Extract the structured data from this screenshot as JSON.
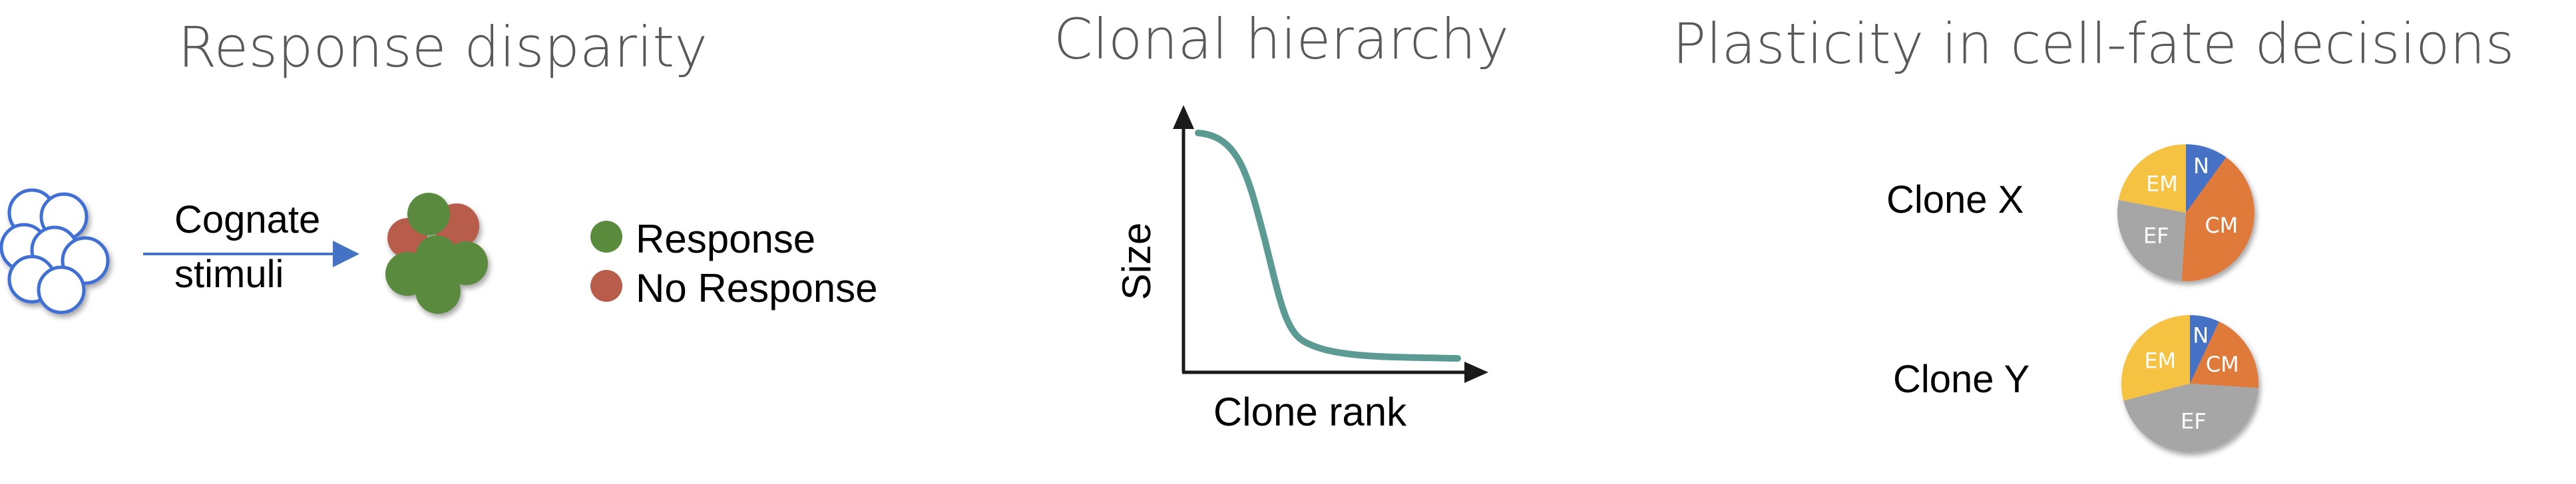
{
  "panels": {
    "response": {
      "title": "Response disparity",
      "arrow_top": "Cognate",
      "arrow_bottom": "stimuli",
      "legend": [
        {
          "label": "Response",
          "color": "#5a8a3c"
        },
        {
          "label": "No Response",
          "color": "#b85c4c"
        }
      ]
    },
    "hierarchy": {
      "title": "Clonal hierarchy",
      "ylabel": "Size",
      "xlabel": "Clone rank"
    },
    "plasticity": {
      "title": "Plasticity in cell-fate decisions",
      "clones": [
        {
          "label": "Clone X"
        },
        {
          "label": "Clone Y"
        }
      ]
    }
  },
  "colors": {
    "title_gray": "#595959",
    "arrow_blue": "#4472c4",
    "cell_outline": "#3f6fd6",
    "curve": "#5b9b94",
    "N": "#4472c4",
    "CM": "#e07a3a",
    "EF": "#a6a6a6",
    "EM": "#f5c242"
  },
  "chart_data": [
    {
      "type": "pie",
      "title": "Clone X",
      "categories": [
        "N",
        "CM",
        "EF",
        "EM"
      ],
      "values": [
        10,
        41,
        27,
        22
      ]
    },
    {
      "type": "pie",
      "title": "Clone Y",
      "categories": [
        "N",
        "CM",
        "EF",
        "EM"
      ],
      "values": [
        7,
        19,
        45,
        29
      ]
    }
  ]
}
